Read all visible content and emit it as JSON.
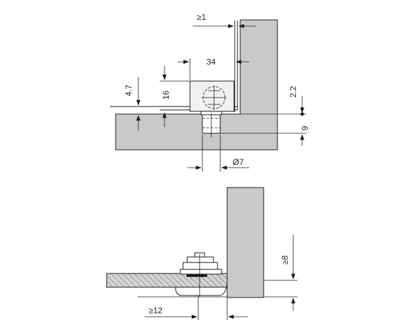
{
  "top_view": {
    "dim_min_gap": "≥1",
    "dim_width": "34",
    "dim_height": "16",
    "dim_offset": "4.7",
    "dim_glass": "2.2",
    "dim_pin_length": "9",
    "dim_pin_diameter": "Ø7"
  },
  "bottom_view": {
    "dim_min_height": "≥8",
    "dim_min_distance": "≥12"
  },
  "colors": {
    "panel_fill": "#c9c9cb",
    "line": "#1a1a1a"
  }
}
